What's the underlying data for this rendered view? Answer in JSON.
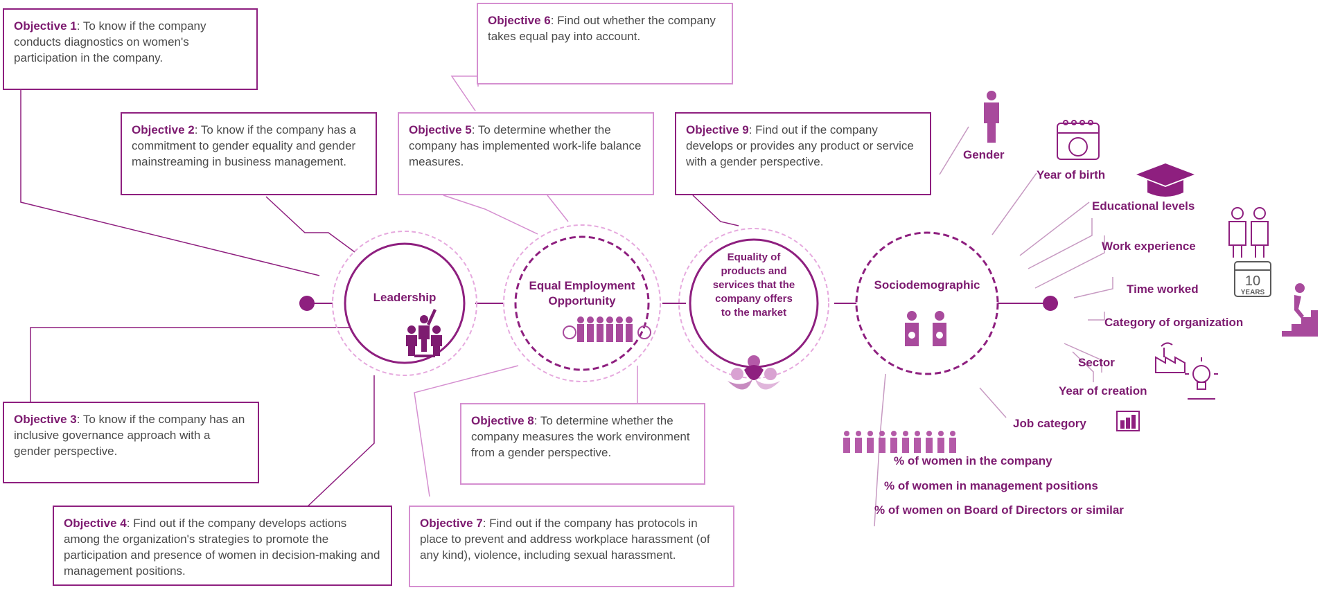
{
  "objectives": [
    {
      "id": "obj1",
      "title": "Objective 1",
      "text": ": To know if the company conducts diagnostics on women's participation in the company."
    },
    {
      "id": "obj2",
      "title": "Objective 2",
      "text": ": To know if the company has a commitment to gender equality and gender mainstreaming in business management."
    },
    {
      "id": "obj3",
      "title": "Objective 3",
      "text": ": To know if the company has an inclusive governance approach with a gender perspective."
    },
    {
      "id": "obj4",
      "title": "Objective 4",
      "text": ": Find out if the company develops actions among the organization's strategies to promote the participation and presence of women in decision-making and management positions."
    },
    {
      "id": "obj5",
      "title": "Objective 5",
      "text": ": To determine whether the company has implemented work-life balance measures."
    },
    {
      "id": "obj6",
      "title": "Objective 6",
      "text": ": Find out whether the company takes equal pay into account."
    },
    {
      "id": "obj7",
      "title": "Objective 7",
      "text": ": Find out if the company has protocols in place to prevent and address workplace harassment (of any kind), violence, including sexual harassment."
    },
    {
      "id": "obj8",
      "title": "Objective 8",
      "text": ": To determine whether the company measures the work environment from a gender perspective."
    },
    {
      "id": "obj9",
      "title": "Objective 9",
      "text": ": Find out if the company develops or provides any product or service with a gender perspective."
    }
  ],
  "nodes": {
    "leadership": "Leadership",
    "equal_employment": "Equal Employment Opportunity",
    "equality_products": "Equality of products and services that the company offers to the market",
    "sociodemographic": "Sociodemographic"
  },
  "variables": {
    "gender": "Gender",
    "year_of_birth": "Year of birth",
    "educational_levels": "Educational levels",
    "work_experience": "Work experience",
    "time_worked": "Time worked",
    "category_of_organization": "Category of organization",
    "sector": "Sector",
    "year_of_creation": "Year of creation",
    "job_category": "Job category"
  },
  "percentages": {
    "women_company": "% of women in the company",
    "women_management": "% of women in management positions",
    "women_board": "% of women on Board of Directors or similar"
  },
  "icon_text": {
    "years_number": "10",
    "years_word": "YEARS"
  },
  "colors": {
    "dark_purple": "#8e1f7f",
    "label_purple": "#7d1b70",
    "light_purple": "#d58fd0",
    "pale_purple": "#c79ac2",
    "text_gray": "#4a4a4a"
  }
}
